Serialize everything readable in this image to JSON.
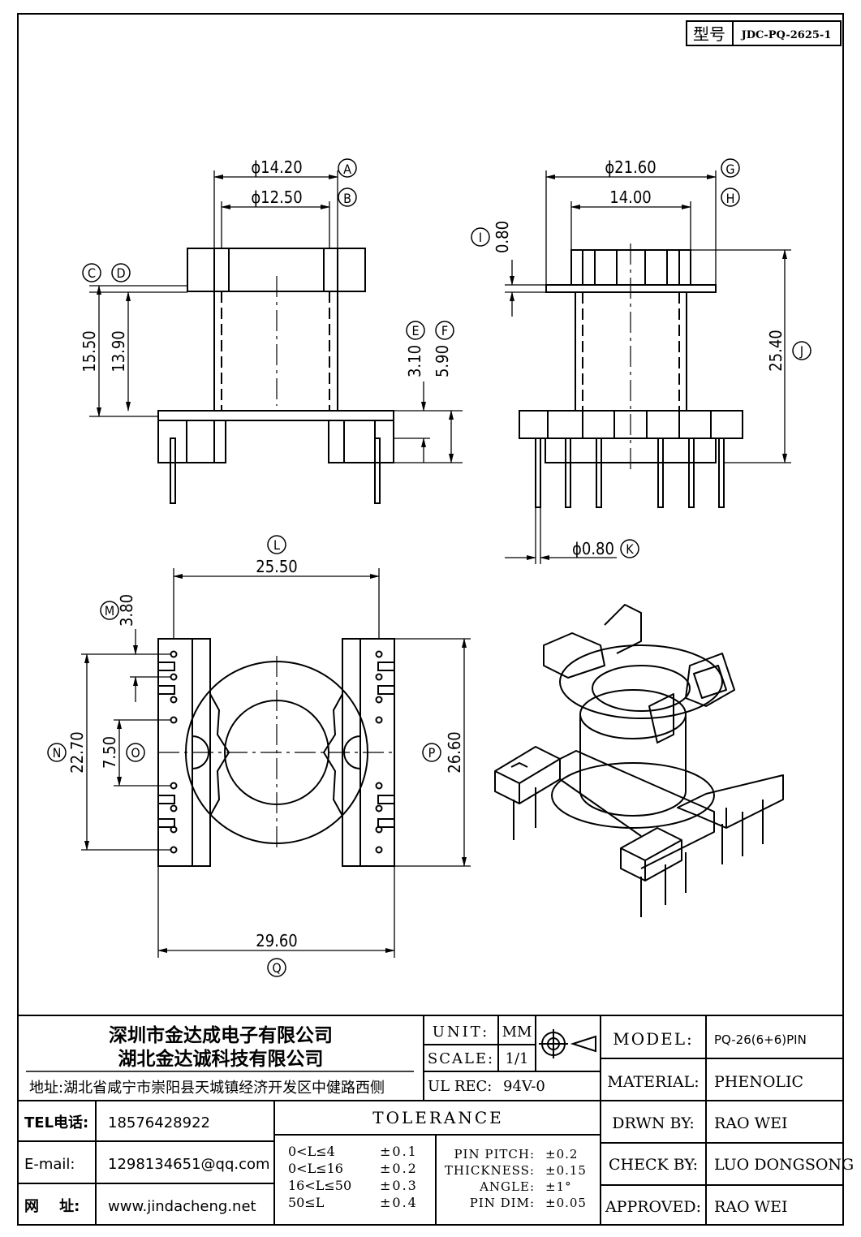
{
  "header": {
    "type_label": "型号",
    "type_value": "JDC-PQ-2625-1"
  },
  "dims": {
    "A": {
      "tag": "A",
      "value": "ϕ14.20"
    },
    "B": {
      "tag": "B",
      "value": "ϕ12.50"
    },
    "C": {
      "tag": "C",
      "value": "15.50"
    },
    "D": {
      "tag": "D",
      "value": "13.90"
    },
    "E": {
      "tag": "E",
      "value": "3.10"
    },
    "F": {
      "tag": "F",
      "value": "5.90"
    },
    "G": {
      "tag": "G",
      "value": "ϕ21.60"
    },
    "H": {
      "tag": "H",
      "value": "14.00"
    },
    "I": {
      "tag": "I",
      "value": "0.80"
    },
    "J": {
      "tag": "J",
      "value": "25.40"
    },
    "K": {
      "tag": "K",
      "value": "ϕ0.80"
    },
    "L": {
      "tag": "L",
      "value": "25.50"
    },
    "M": {
      "tag": "M",
      "value": "3.80"
    },
    "N": {
      "tag": "N",
      "value": "22.70"
    },
    "O": {
      "tag": "O",
      "value": "7.50"
    },
    "P": {
      "tag": "P",
      "value": "26.60"
    },
    "Q": {
      "tag": "Q",
      "value": "29.60"
    }
  },
  "company": {
    "name1": "深圳市金达成电子有限公司",
    "name2": "湖北金达诚科技有限公司",
    "address": "地址:湖北省咸宁市崇阳县天城镇经济开发区中健路西侧"
  },
  "contact": {
    "tel_label": "TEL电话:",
    "tel_value": "18576428922",
    "email_label": "E-mail:",
    "email_value": "1298134651@qq.com",
    "web_label": "网    址:",
    "web_value": "www.jindacheng.net"
  },
  "spec": {
    "unit_label": "UNIT:",
    "unit_value": "MM",
    "scale_label": "SCALE:",
    "scale_value": "1/1",
    "ulrec_label": "UL REC:",
    "ulrec_value": "94V-0"
  },
  "tolerance": {
    "title": "TOLERANCE",
    "rows": [
      {
        "range": "0<L≤4",
        "value": "±0.1"
      },
      {
        "range": "0<L≤16",
        "value": "±0.2"
      },
      {
        "range": "16<L≤50",
        "value": "±0.3"
      },
      {
        "range": "50≤L",
        "value": "±0.4"
      }
    ],
    "pin": [
      {
        "label": "PIN PITCH:",
        "value": "±0.2"
      },
      {
        "label": "THICKNESS:",
        "value": "±0.15"
      },
      {
        "label": "ANGLE:",
        "value": "±1°"
      },
      {
        "label": "PIN DIM:",
        "value": "±0.05"
      }
    ]
  },
  "info": {
    "model_label": "MODEL:",
    "model_value": "PQ-26(6+6)PIN",
    "material_label": "MATERIAL:",
    "material_value": "PHENOLIC",
    "drwn_label": "DRWN BY:",
    "drwn_value": "RAO WEI",
    "check_label": "CHECK BY:",
    "check_value": "LUO DONGSONG",
    "approved_label": "APPROVED:",
    "approved_value": "RAO WEI"
  }
}
